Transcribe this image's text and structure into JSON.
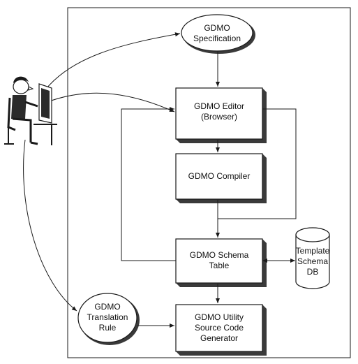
{
  "nodes": {
    "spec": {
      "lines": [
        "GDMO",
        "Specification"
      ]
    },
    "editor": {
      "lines": [
        "GDMO Editor",
        "(Browser)"
      ]
    },
    "compiler": {
      "lines": [
        "GDMO Compiler"
      ]
    },
    "schema": {
      "lines": [
        "GDMO Schema",
        "Table"
      ]
    },
    "db": {
      "lines": [
        "Template",
        "Schema",
        "DB"
      ]
    },
    "rule": {
      "lines": [
        "GDMO",
        "Translation",
        "Rule"
      ]
    },
    "utility": {
      "lines": [
        "GDMO Utility",
        "Source Code",
        "Generator"
      ]
    }
  },
  "icons": {
    "user": "person-at-computer-icon"
  },
  "colors": {
    "stroke": "#1a1a1a",
    "fill": "#ffffff",
    "shade": "#3a3a3a"
  }
}
